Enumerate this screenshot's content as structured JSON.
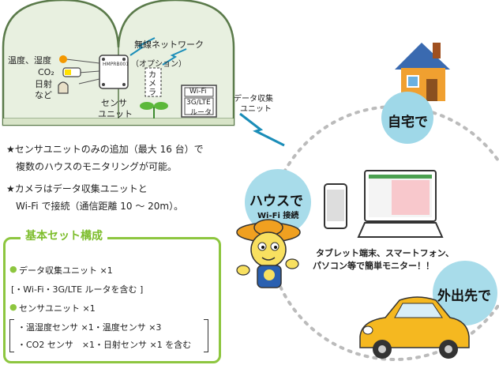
{
  "greenhouse": {
    "sensor_labels": [
      "温度、湿度",
      "CO₂",
      "日射\nなど"
    ],
    "sensor_unit_label": [
      "センサ",
      "ユニット"
    ],
    "wireless_label": "無線ネットワーク",
    "camera_option": "（オプション）",
    "camera_label": "カメラ",
    "router_wifi": "Wi-Fi",
    "router_lte": [
      "3G/LTE",
      "ルータ"
    ],
    "device_small_text": "HMPRB001"
  },
  "data_unit_label": [
    "データ収集",
    "ユニット"
  ],
  "notes": [
    "★センサユニットのみの追加（最大 16 台）で",
    "複数のハウスのモニタリングが可能。",
    "★カメラはデータ収集ユニットと",
    "Wi-Fi で接続（通信距離 10 ～ 20m）。"
  ],
  "kit": {
    "title": "基本セット構成",
    "lines": [
      "データ収集ユニット ×1",
      "[・Wi-Fi・3G/LTE ルータを含む ]",
      "センサユニット ×1",
      "・温湿度センサ ×1・温度センサ ×3",
      "・CO2 センサ　×1・日射センサ ×1 を含む"
    ]
  },
  "bubbles": {
    "home": "自宅で",
    "house_main": "ハウスで",
    "house_sub": "Wi-Fi 接続",
    "outside": "外出先で"
  },
  "monitor_caption": [
    "タブレット端末、スマートフォン、",
    "パソコン等で簡単モニター！！"
  ],
  "colors": {
    "green": "#8dc63f",
    "teal": "#1a8db8",
    "orange": "#f39800"
  }
}
